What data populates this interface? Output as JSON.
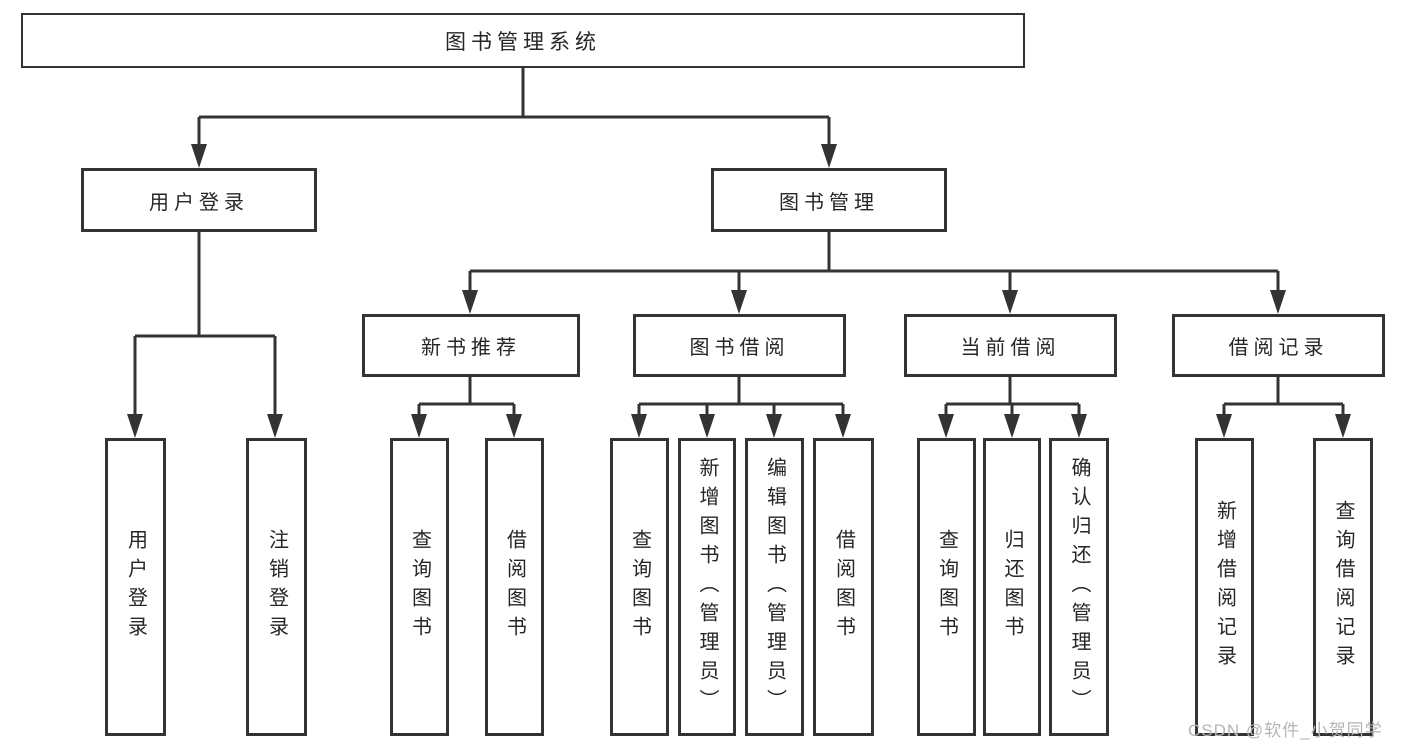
{
  "diagram": {
    "root": {
      "label": "图书管理系统"
    },
    "branches": [
      {
        "label": "用户登录",
        "children": [
          {
            "label": "用户登录"
          },
          {
            "label": "注销登录"
          }
        ]
      },
      {
        "label": "图书管理",
        "children": [
          {
            "label": "新书推荐",
            "children": [
              {
                "label": "查询图书"
              },
              {
                "label": "借阅图书"
              }
            ]
          },
          {
            "label": "图书借阅",
            "children": [
              {
                "label": "查询图书"
              },
              {
                "label": "新增图书（管理员）"
              },
              {
                "label": "编辑图书（管理员）"
              },
              {
                "label": "借阅图书"
              }
            ]
          },
          {
            "label": "当前借阅",
            "children": [
              {
                "label": "查询图书"
              },
              {
                "label": "归还图书"
              },
              {
                "label": "确认归还（管理员）"
              }
            ]
          },
          {
            "label": "借阅记录",
            "children": [
              {
                "label": "新增借阅记录"
              },
              {
                "label": "查询借阅记录"
              }
            ]
          }
        ]
      }
    ]
  },
  "watermark": {
    "text": "CSDN @软件_小贺同学"
  },
  "colors": {
    "line": "#333333",
    "text": "#262626",
    "box_fill": "#ffffff",
    "background": "#ffffff",
    "watermark": "#b5b5b5"
  }
}
